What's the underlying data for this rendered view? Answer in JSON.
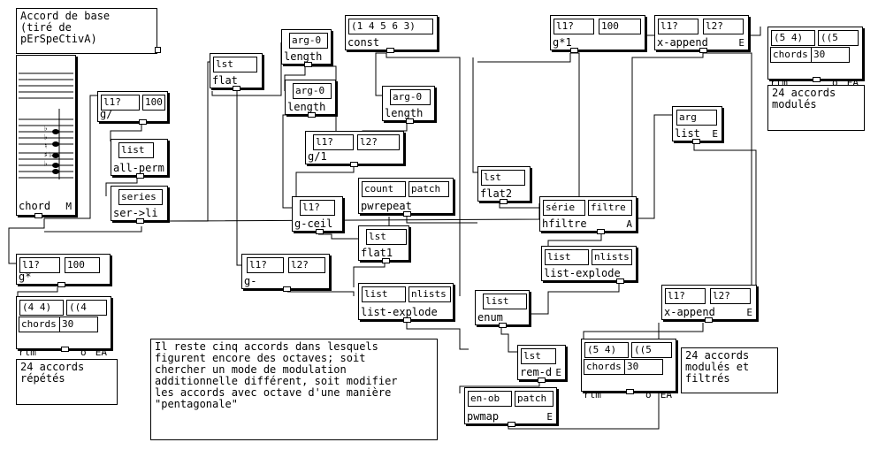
{
  "comments": {
    "title": "Accord de base\n(tiré de\npErSpeCtivA)",
    "repeated": "24 accords\nrépétés",
    "modulated": "24 accords\nmodulés",
    "filtered": "24 accords\nmodulés et\nfiltrés",
    "note": "Il reste cinq accords dans lesquels\nfigurent encore des octaves; soit\nchercher un mode de modulation\nadditionnelle différent, soit modifier\nles accords avec octave d'une manière\n\"pentagonale\""
  },
  "chord_editor": {
    "name": "chord",
    "suffix": "M",
    "staff_symbols": "♭\n♭\n♮\n♯♭\n♭"
  },
  "boxes": {
    "g_div": {
      "in1": "l1?",
      "in2": "100",
      "name": "g/"
    },
    "list_allperm": {
      "in1": "list",
      "name": "all-perm"
    },
    "series_serli": {
      "in1": "series",
      "name": "ser->li"
    },
    "g_mul": {
      "in1": "l1?",
      "in2": "100",
      "name": "g*"
    },
    "lst_flat": {
      "in1": "lst",
      "name": "flat"
    },
    "arg0_length_a": {
      "in1": "arg-0",
      "name": "length"
    },
    "arg0_length_b": {
      "in1": "arg-0",
      "name": "length"
    },
    "const": {
      "in1": "(1 4 5 6 3)",
      "name": "const"
    },
    "arg0_length_c": {
      "in1": "arg-0",
      "name": "length"
    },
    "g_div1": {
      "in1": "l1?",
      "in2": "l2?",
      "name": "g/1"
    },
    "g_ceil": {
      "in1": "l1?",
      "name": "g-ceil"
    },
    "pwrepeat": {
      "in1": "count",
      "in2": "patch",
      "name": "pwrepeat"
    },
    "lst_flat1": {
      "in1": "lst",
      "name": "flat1"
    },
    "g_minus": {
      "in1": "l1?",
      "in2": "l2?",
      "name": "g-"
    },
    "list_explode_a": {
      "in1": "list",
      "in2": "nlists",
      "name": "list-explode"
    },
    "enum": {
      "in1": "list",
      "name": "enum"
    },
    "lst_flat2": {
      "in1": "lst",
      "name": "flat2"
    },
    "g_mul1": {
      "in1": "l1?",
      "in2": "100",
      "name": "g*1"
    },
    "xappend_a": {
      "in1": "l1?",
      "in2": "l2?",
      "name": "x-append",
      "extra": "E"
    },
    "hfiltre": {
      "in1": "série",
      "in2": "filtre",
      "name": "hfiltre",
      "extra": "A"
    },
    "list_explode_b": {
      "in1": "list",
      "in2": "nlists",
      "name": "list-explode"
    },
    "arg_list": {
      "in1": "arg",
      "name": "list",
      "extra": "E"
    },
    "xappend_b": {
      "in1": "l1?",
      "in2": "l2?",
      "name": "x-append",
      "extra": "E"
    },
    "remd": {
      "in1": "lst",
      "name": "rem-d",
      "extra": "E"
    },
    "pwmap": {
      "in1": "en-ob",
      "in2": "patch",
      "name": "pwmap",
      "extra": "E"
    }
  },
  "rtm": {
    "left": {
      "in1": "(4 4)",
      "in2": "((4",
      "chords": "chords",
      "num": "30",
      "name": "rtm",
      "o": "o",
      "ea": "EA"
    },
    "mid": {
      "in1": "(5 4)",
      "in2": "((5",
      "chords": "chords",
      "num": "30",
      "name": "rtm",
      "o": "o",
      "ea": "EA"
    },
    "right": {
      "in1": "(5 4)",
      "in2": "((5",
      "chords": "chords",
      "num": "30",
      "name": "rtm",
      "o": "o",
      "ea": "EA"
    }
  }
}
